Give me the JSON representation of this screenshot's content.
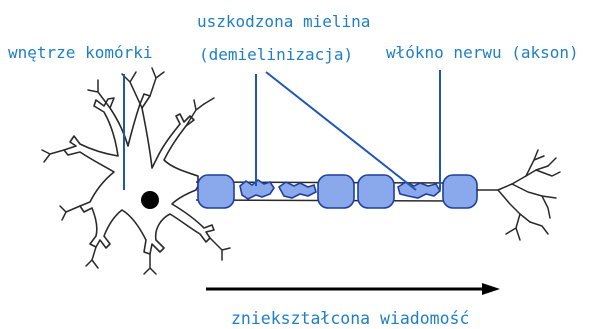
{
  "labels": {
    "cell_interior": "wnętrze komórki",
    "damaged_myelin_line1": "uszkodzona mielina",
    "damaged_myelin_line2": "(demielinizacja)",
    "nerve_fiber": "włókno nerwu (akson)",
    "distorted_message": "zniekształcona wiadomość"
  },
  "colors": {
    "label_text": "#1f7fc4",
    "myelin_fill": "#8aa8ec",
    "myelin_stroke": "#1f3f9a",
    "pointer_line": "#1f55b5",
    "outline": "#2a2a2a",
    "nucleus": "#000000",
    "arrow": "#000000"
  }
}
